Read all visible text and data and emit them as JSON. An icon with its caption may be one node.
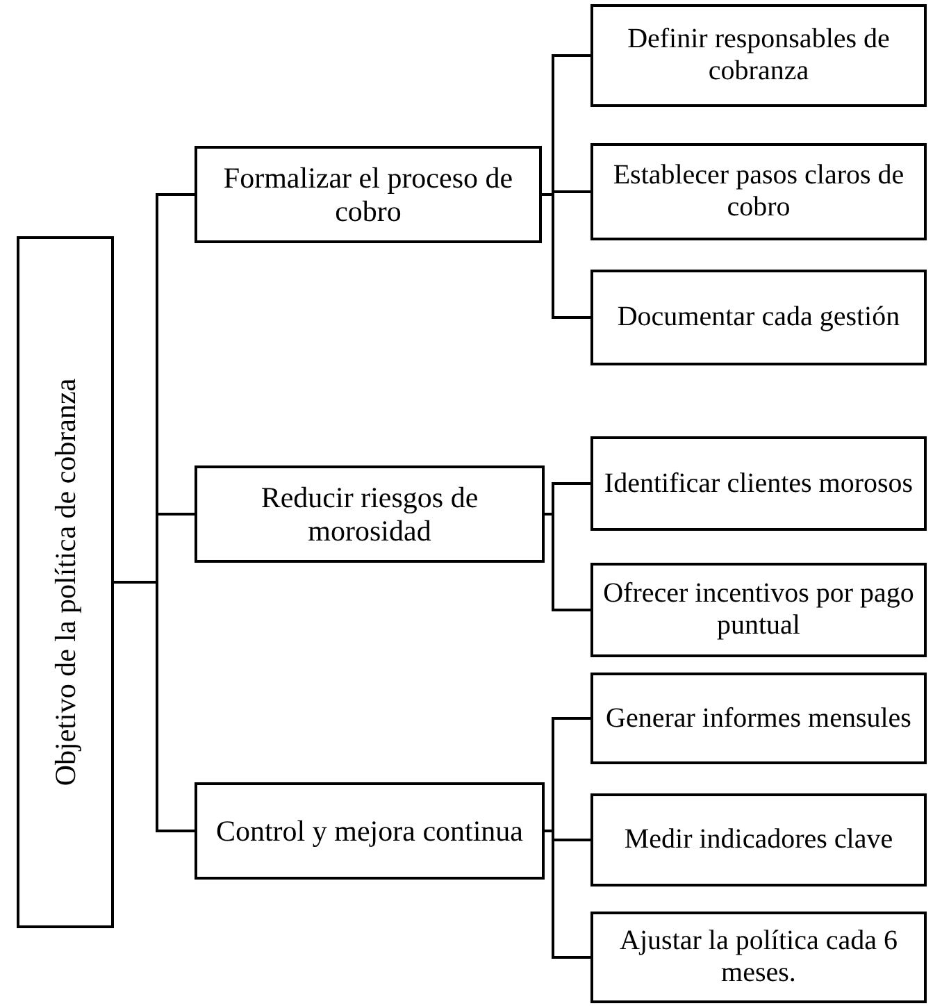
{
  "diagram": {
    "nodes": [
      {
        "text": [
          "Objetivo de la política de cobranza"
        ]
      },
      {
        "text": [
          "Formalizar el proceso de cobro"
        ]
      },
      {
        "text": [
          "Definir responsables de cobranza"
        ]
      },
      {
        "text": [
          "Establecer pasos claros de cobro"
        ]
      },
      {
        "text": [
          "Documentar cada gestión"
        ]
      },
      {
        "text": [
          "Reducir riesgos de morosidad"
        ]
      },
      {
        "text": [
          "Identificar clientes morosos"
        ]
      },
      {
        "text": [
          "Ofrecer incentivos por pago puntual"
        ]
      },
      {
        "text": [
          "Control y mejora continua"
        ]
      },
      {
        "text": [
          "Generar informes mensules"
        ]
      },
      {
        "text": [
          "Medir indicadores clave"
        ]
      },
      {
        "text": [
          "Ajustar la política cada 6 meses."
        ]
      }
    ],
    "edges": [
      {
        "from": 0,
        "to": 1,
        "arrow": "none"
      },
      {
        "from": 0,
        "to": 5,
        "arrow": "none"
      },
      {
        "from": 0,
        "to": 8,
        "arrow": "none"
      },
      {
        "from": 1,
        "to": 2,
        "arrow": "none"
      },
      {
        "from": 1,
        "to": 3,
        "arrow": "none"
      },
      {
        "from": 1,
        "to": 4,
        "arrow": "none"
      },
      {
        "from": 5,
        "to": 6,
        "arrow": "none"
      },
      {
        "from": 5,
        "to": 7,
        "arrow": "none"
      },
      {
        "from": 8,
        "to": 9,
        "arrow": "none"
      },
      {
        "from": 8,
        "to": 10,
        "arrow": "none"
      },
      {
        "from": 8,
        "to": 11,
        "arrow": "none"
      }
    ]
  }
}
